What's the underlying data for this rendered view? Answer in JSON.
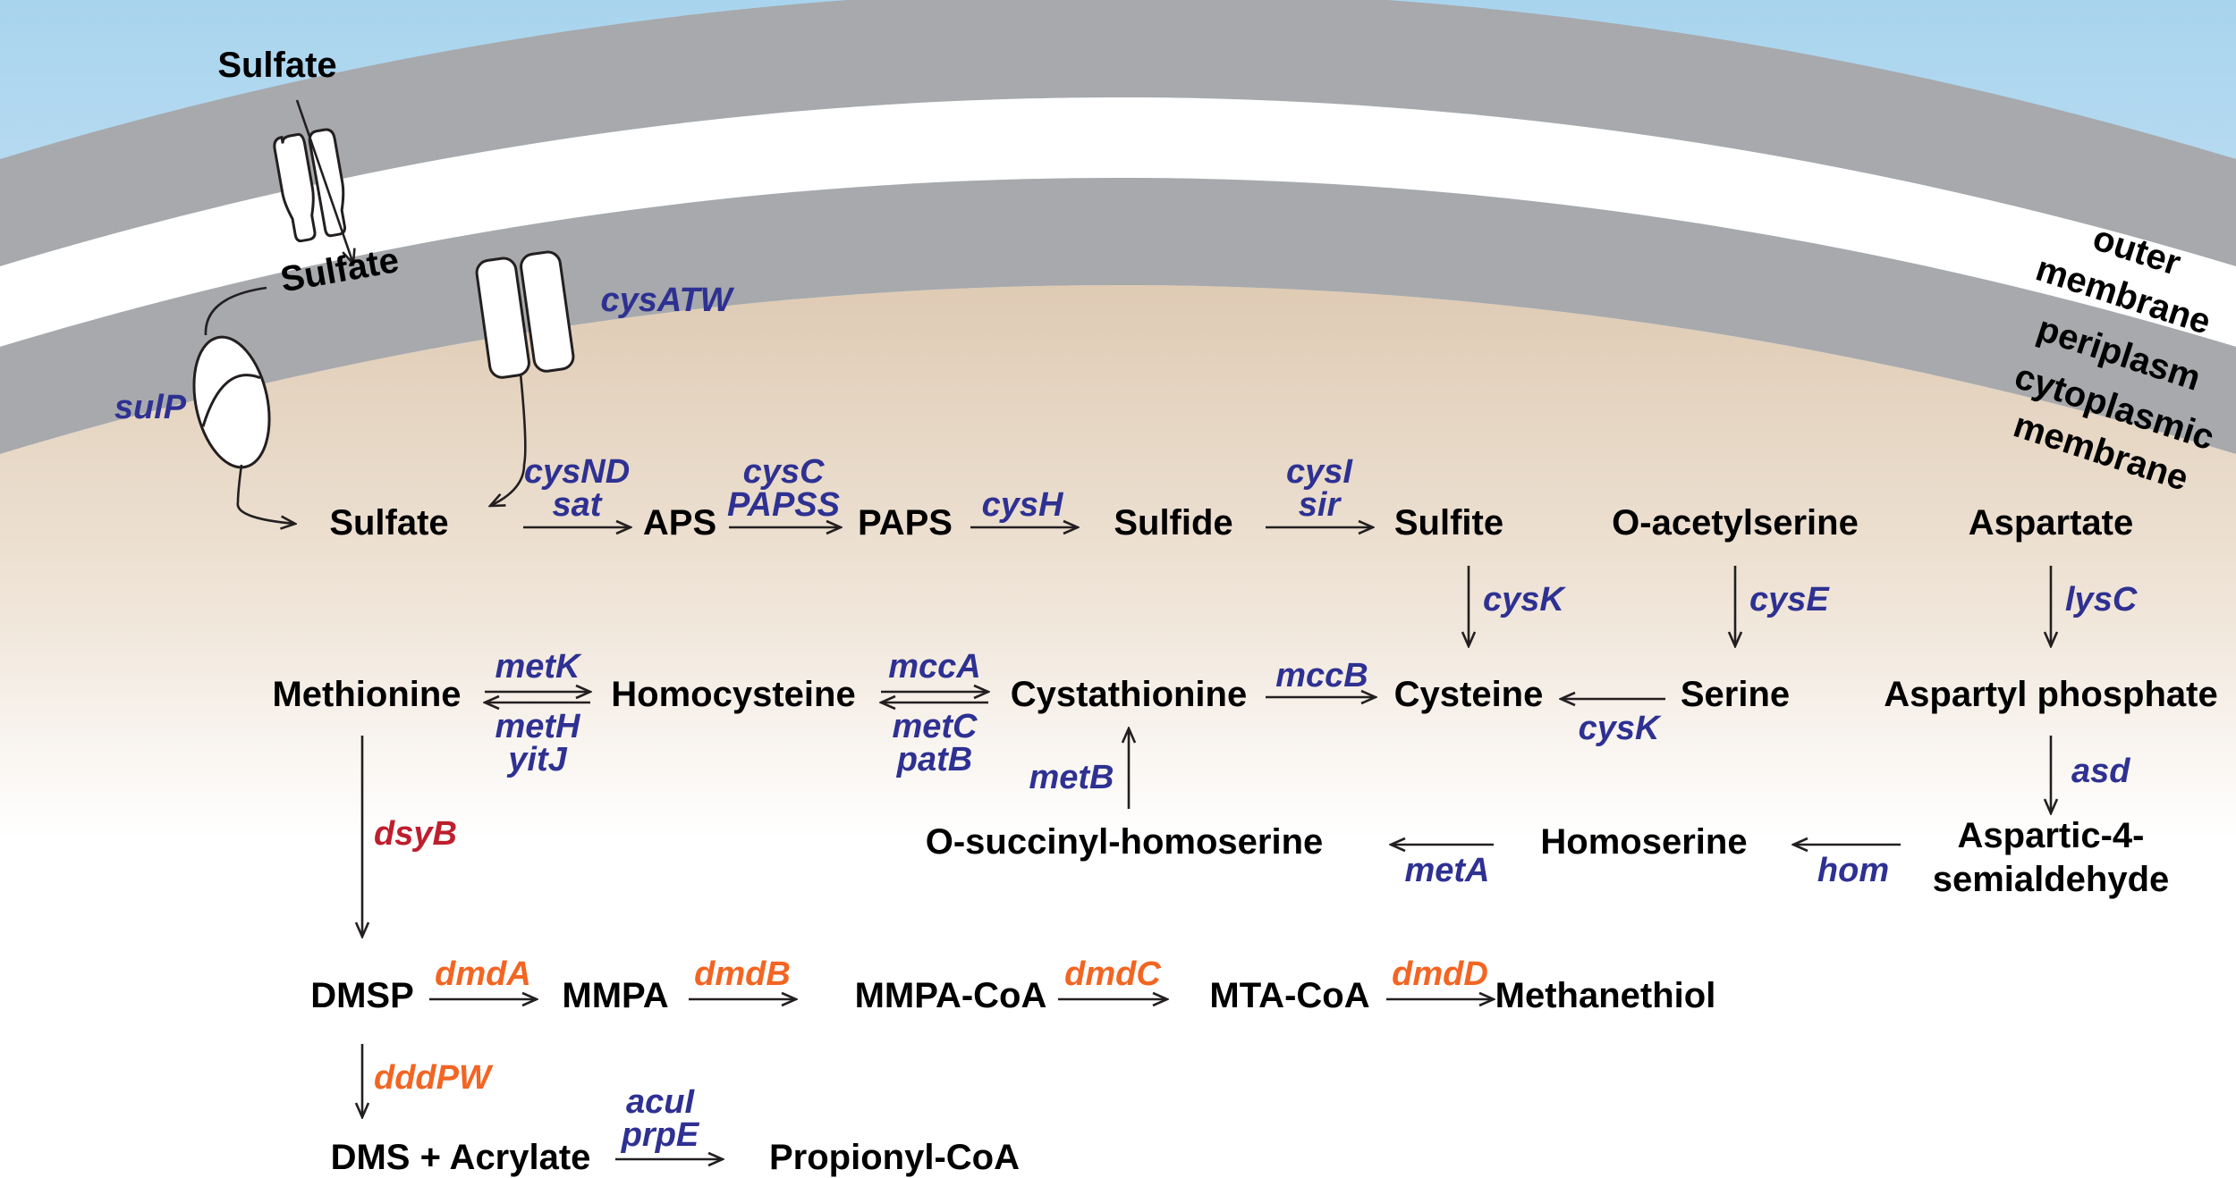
{
  "labels": {
    "outer": "outer",
    "membrane_1": "membrane",
    "periplasm": "periplasm",
    "cytoplasmic": "cytoplasmic",
    "membrane_2": "membrane"
  },
  "compounds": {
    "sulfate_out": "Sulfate",
    "sulfate_peri": "Sulfate",
    "sulfate_cyto": "Sulfate",
    "aps": "APS",
    "paps": "PAPS",
    "sulfide": "Sulfide",
    "sulfite": "Sulfite",
    "o_acetylserine": "O-acetylserine",
    "aspartate": "Aspartate",
    "methionine": "Methionine",
    "homocysteine": "Homocysteine",
    "cystathionine": "Cystathionine",
    "cysteine": "Cysteine",
    "serine": "Serine",
    "aspartyl_phosphate": "Aspartyl phosphate",
    "o_succinyl_homoserine": "O-succinyl-homoserine",
    "homoserine": "Homoserine",
    "aspartic_1": "Aspartic-4-",
    "aspartic_2": "semialdehyde",
    "dmsp": "DMSP",
    "mmpa": "MMPA",
    "mmpa_coa": "MMPA-CoA",
    "mta_coa": "MTA-CoA",
    "methanethiol": "Methanethiol",
    "dms_acrylate": "DMS + Acrylate",
    "propionyl_coa": "Propionyl-CoA"
  },
  "enzymes": {
    "sulP": "sulP",
    "cysATW": "cysATW",
    "cysND": "cysND",
    "sat": "sat",
    "cysC": "cysC",
    "PAPSS": "PAPSS",
    "cysH": "cysH",
    "cysI": "cysI",
    "sir": "sir",
    "cysK_1": "cysK",
    "cysE": "cysE",
    "lysC": "lysC",
    "metK": "metK",
    "metH": "metH",
    "yitJ": "yitJ",
    "mccA": "mccA",
    "metC": "metC",
    "patB": "patB",
    "mccB": "mccB",
    "cysK_2": "cysK",
    "asd": "asd",
    "metB": "metB",
    "metA": "metA",
    "hom": "hom",
    "dsyB": "dsyB",
    "dmdA": "dmdA",
    "dmdB": "dmdB",
    "dmdC": "dmdC",
    "dmdD": "dmdD",
    "dddPW": "dddPW",
    "acuI": "acuI",
    "prpE": "prpE"
  },
  "colors": {
    "sky": "#a9d4ee",
    "membrane": "#a7a9ac",
    "cytoplasm": "#dfcbb4",
    "enzyme_blue": "#2e3192",
    "enzyme_orange": "#f26522",
    "enzyme_red": "#be1e2d"
  }
}
